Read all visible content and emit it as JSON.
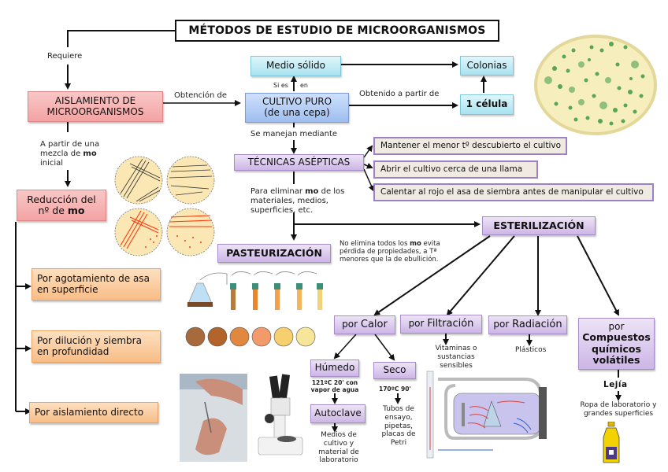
{
  "title": "MÉTODOS DE ESTUDIO DE MICROORGANISMOS",
  "nodes": {
    "aislamiento": "AISLAMIENTO DE MICROORGANISMOS",
    "medio_solido": "Medio sólido",
    "cultivo_puro_1": "CULTIVO PURO",
    "cultivo_puro_2": "(de una cepa)",
    "colonias": "Colonias",
    "una_celula": "1 célula",
    "tecnicas_asepticas": "TÉCNICAS ASÉPTICAS",
    "reduccion_1": "Reducción del",
    "reduccion_2a": "nº de ",
    "reduccion_2b": "mo",
    "pasteurizacion": "PASTEURIZACIÓN",
    "esterilizacion": "ESTERILIZACIÓN",
    "por_calor_a": "por ",
    "por_calor_b": "Calor",
    "por_filtracion_a": "por ",
    "por_filtracion_b": "Filtración",
    "por_radiacion_a": "por ",
    "por_radiacion_b": "Radiación",
    "por_compuestos_a": "por",
    "por_compuestos_b": "Compuestos químicos volátiles",
    "humedo": "Húmedo",
    "seco": "Seco",
    "autoclave": "Autoclave"
  },
  "asepsis_rules": [
    "Mantener el menor tº descubierto el cultivo",
    "Abrir el cultivo cerca de una llama",
    "Calentar al rojo el asa de siembra antes de manipular el cultivo"
  ],
  "isolation_methods": [
    "Por agotamiento de asa en superficie",
    "Por dilución y siembra en profundidad",
    "Por aislamiento directo"
  ],
  "labels": {
    "requiere": "Requiere",
    "obtencion_de": "Obtención de",
    "si_es": "Si es",
    "en": "en",
    "obtenido_a_partir_de": "Obtenido a partir de",
    "se_manejan_mediante": "Se manejan mediante",
    "a_partir_1": "A partir de una",
    "a_partir_2a": "mezcla de ",
    "a_partir_2b": "mo",
    "a_partir_3": "inicial",
    "para_eliminar_a": "Para eliminar ",
    "para_eliminar_b": "mo",
    "para_eliminar_c": " de los materiales, medios, superficies, etc.",
    "pasteur_note_a": "No elimina todos los ",
    "pasteur_note_b": "mo",
    "pasteur_note_c": " evita pérdida de propiedades, a Tª menores que la de ebullición.",
    "vitaminas": "Vitaminas o sustancias sensibles",
    "plasticos": "Plásticos",
    "humedo_cond": "121ºC 20' con vapor de agua",
    "seco_cond": "170ºC 90'",
    "autoclave_use": "Medios de cultivo y material de laboratorio",
    "seco_use": "Tubos de ensayo, pipetas, placas de Petri",
    "lejia": "Lejía",
    "lejia_use": "Ropa de laboratorio y grandes superficies"
  },
  "colors": {
    "red_box": "#f3a3a3",
    "cyan_box": "#a9e3f0",
    "blue_box": "#9ebef0",
    "purple_box": "#cdb6e6",
    "beige_box": "#efebe2",
    "orange_box": "#f8bd87",
    "agar": "#f7eab8",
    "colony_green": "#4f9a4a",
    "streak_red": "#ff3a10"
  }
}
